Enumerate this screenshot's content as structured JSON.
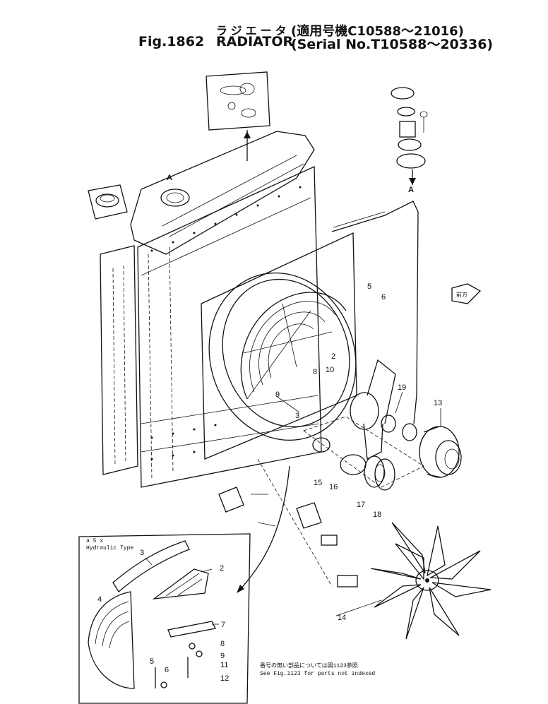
{
  "header": {
    "fig_number": "Fig.1862",
    "name_jp": "ラジエータ",
    "name_en": "RADIATOR",
    "serial_jp": "(適用号機C10588～21016)",
    "serial_en": "(Serial No.T10588～20336)"
  },
  "callouts": [
    "2",
    "3",
    "4",
    "5",
    "6",
    "7",
    "8",
    "9",
    "10",
    "11",
    "12",
    "13",
    "14",
    "15",
    "16",
    "17",
    "18",
    "19"
  ],
  "view_markers": {
    "marker_a": "A",
    "direction_mark": "前方"
  },
  "inset": {
    "header_line1": "a 5 x",
    "header_line2": "Hydraulic Type"
  },
  "footnote": {
    "line1": "番号の無い部品については図1123参照",
    "line2": "See Fig.1123 for parts not indexed"
  },
  "colors": {
    "ink": "#111111",
    "paper": "#ffffff"
  }
}
